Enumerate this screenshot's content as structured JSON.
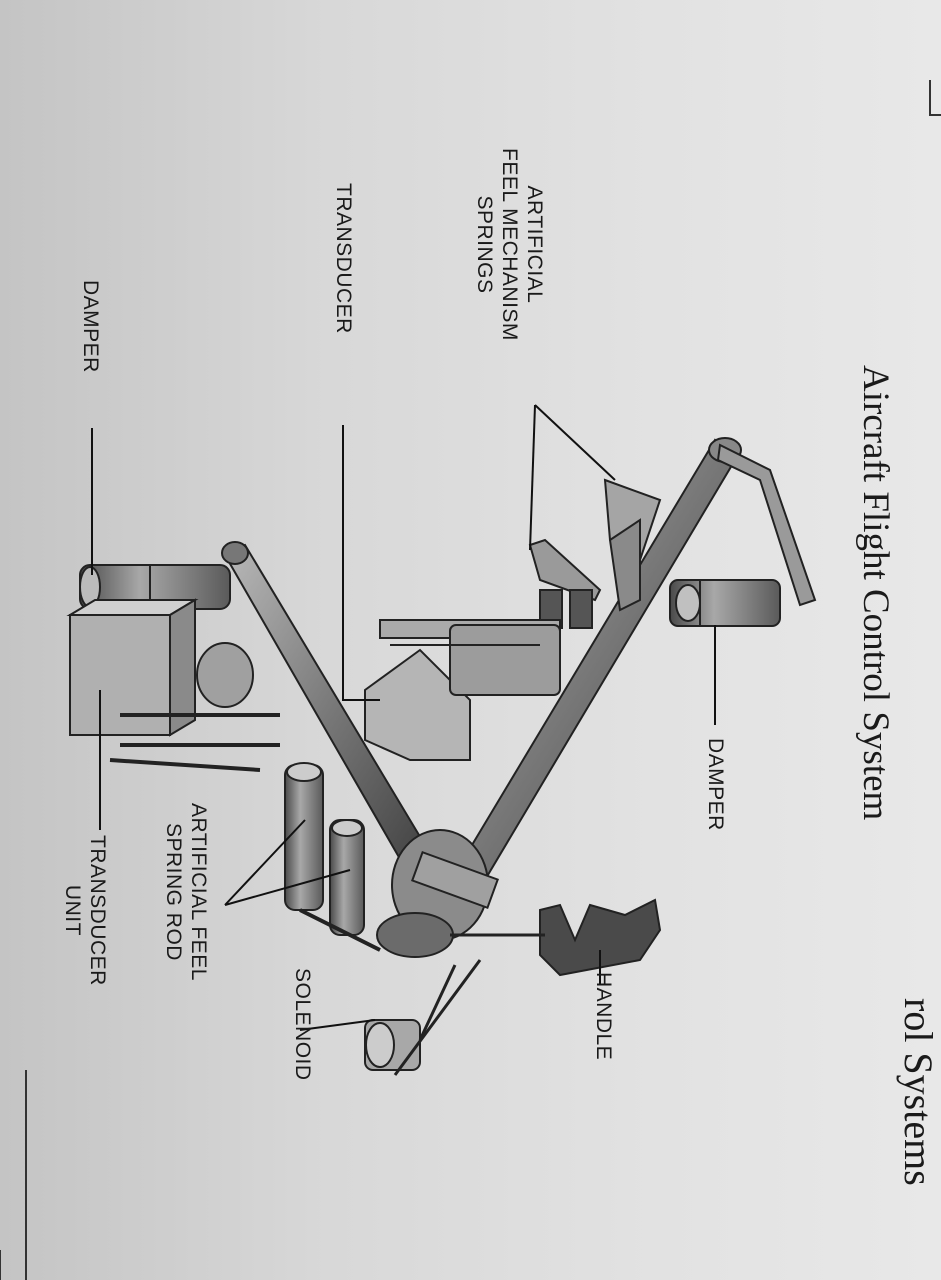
{
  "header": {
    "partial_text": "rol Systems"
  },
  "diagram": {
    "title": "Aircraft Flight Control System",
    "labels": {
      "artificial_feel_mechanism_springs": "ARTIFICIAL\nFEEL MECHANISM\nSPRINGS",
      "transducer": "TRANSDUCER",
      "damper_left": "DAMPER",
      "damper_top": "DAMPER",
      "artificial_feel_spring_rod": "ARTIFICIAL FEEL\nSPRING ROD",
      "transducer_unit": "TRANSDUCER\nUNIT",
      "solenoid": "SOLENOID",
      "handle": "HANDLE"
    }
  }
}
